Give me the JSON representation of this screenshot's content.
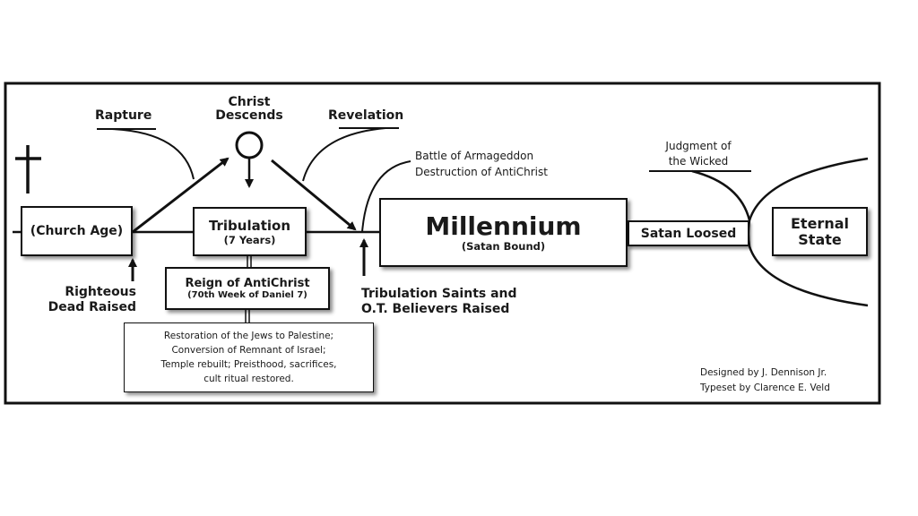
{
  "diagram": {
    "title_labels": {
      "rapture": "Rapture",
      "christ_descends_line1": "Christ",
      "christ_descends_line2": "Descends",
      "revelation": "Revelation",
      "armageddon_line1": "Battle of Armageddon",
      "armageddon_line2": "Destruction of AntiChrist",
      "judgment_line1": "Judgment of",
      "judgment_line2": "the Wicked",
      "righteous_line1": "Righteous",
      "righteous_line2": "Dead Raised",
      "trib_saints_line1": "Tribulation Saints and",
      "trib_saints_line2": "O.T. Believers Raised"
    },
    "boxes": {
      "church_age": "(Church Age)",
      "tribulation_title": "Tribulation",
      "tribulation_sub": "(7 Years)",
      "antichrist_title": "Reign of AntiChrist",
      "antichrist_sub": "(70th Week of Daniel 7)",
      "restoration_lines": [
        "Restoration of the Jews to Palestine;",
        "Conversion of Remnant of Israel;",
        "Temple rebuilt; Preisthood, sacrifices,",
        "cult ritual restored."
      ],
      "millennium_title": "Millennium",
      "millennium_sub": "(Satan Bound)",
      "satan_loosed": "Satan Loosed",
      "eternal_line1": "Eternal",
      "eternal_line2": "State"
    },
    "credits": {
      "designed": "Designed by  J. Dennison Jr.",
      "typeset": "Typeset by  Clarence E. Veld"
    },
    "icons": {
      "cross": "cross-icon",
      "christ": "circle-descent-icon"
    }
  }
}
